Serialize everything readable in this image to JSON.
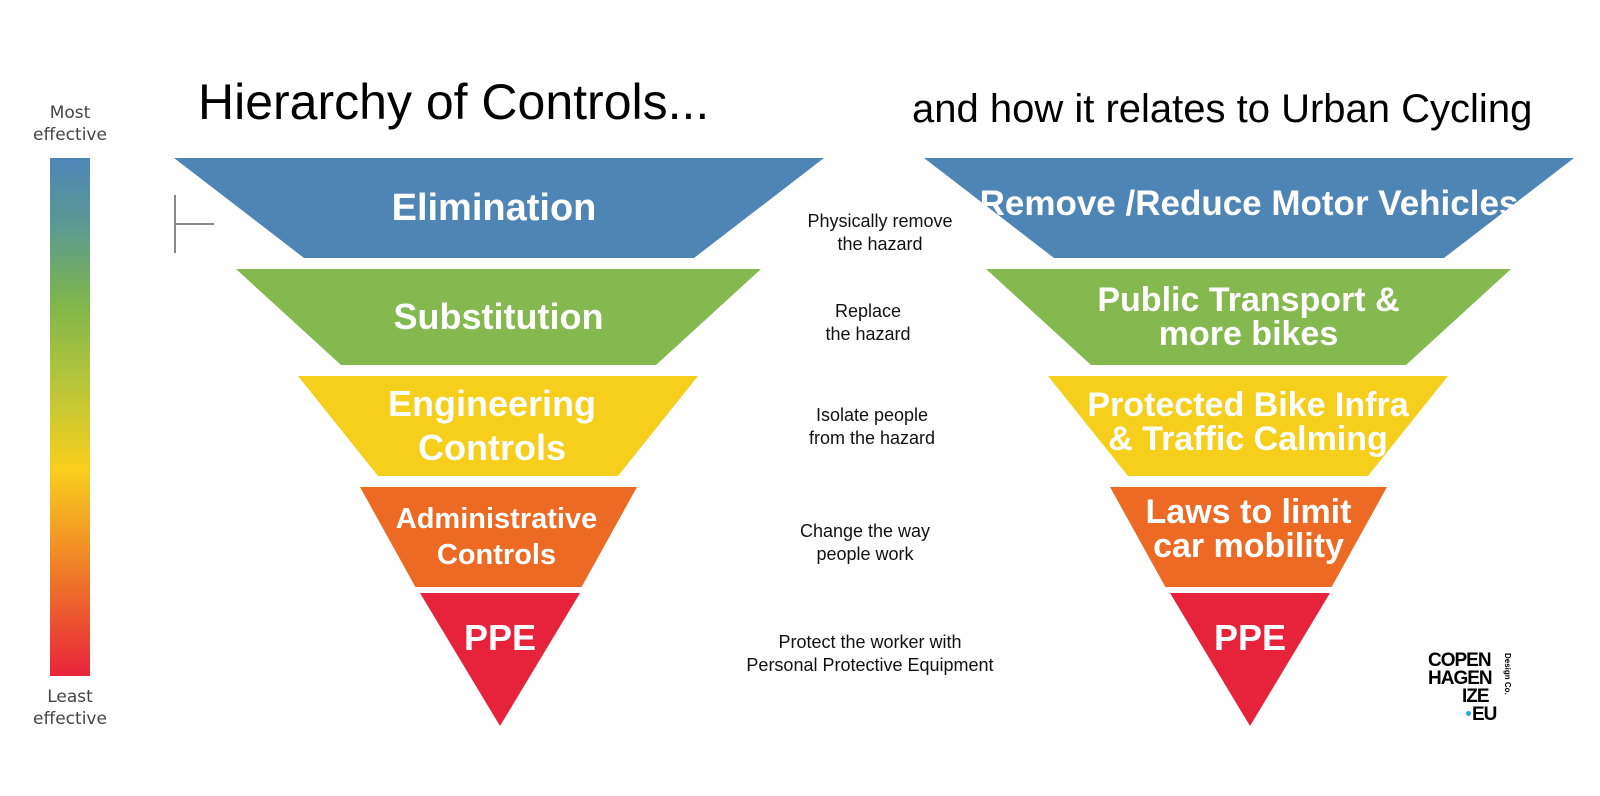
{
  "title_left": "Hierarchy of Controls...",
  "title_right": "and how it relates to Urban Cycling",
  "scale": {
    "top_label": "Most\neffective",
    "bottom_label": "Least\neffective"
  },
  "colors": {
    "elimination": "#4f85b5",
    "substitution": "#83b94f",
    "engineering": "#f6cf1c",
    "administrative": "#ec6a23",
    "ppe": "#e7223b"
  },
  "left_pyramid": {
    "levels": [
      {
        "label": "Elimination",
        "color": "#4f85b5"
      },
      {
        "label": "Substitution",
        "color": "#83b94f"
      },
      {
        "label": "Engineering\nControls",
        "color": "#f6cf1c"
      },
      {
        "label": "Administrative\nControls",
        "color": "#ec6a23"
      },
      {
        "label": "PPE",
        "color": "#e7223b"
      }
    ]
  },
  "descriptions": [
    "Physically remove\nthe hazard",
    "Replace\nthe hazard",
    "Isolate people\nfrom the hazard",
    "Change the way\npeople work",
    "Protect the worker with\nPersonal Protective Equipment"
  ],
  "right_pyramid": {
    "levels": [
      {
        "label": "Remove /Reduce Motor Vehicles",
        "color": "#4f85b5"
      },
      {
        "label": "Public Transport &\nmore bikes",
        "color": "#83b94f"
      },
      {
        "label": "Protected Bike Infra\n& Traffic Calming",
        "color": "#f6cf1c"
      },
      {
        "label": "Laws to limit\ncar mobility",
        "color": "#ec6a23"
      },
      {
        "label": "PPE",
        "color": "#e7223b"
      }
    ]
  },
  "logo": {
    "lines": [
      "COPEN",
      "HAGEN",
      "IZE",
      "EU"
    ],
    "sub": "Design Co."
  }
}
